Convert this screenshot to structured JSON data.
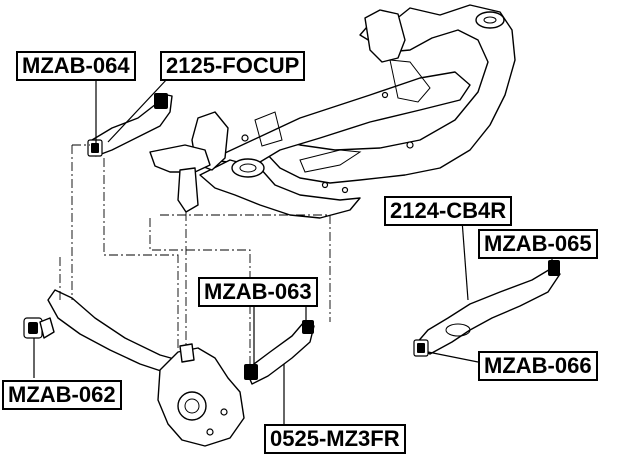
{
  "labels": {
    "mzab_064": "MZAB-064",
    "focup_2125": "2125-FOCUP",
    "cb4r_2124": "2124-CB4R",
    "mzab_065": "MZAB-065",
    "mzab_063": "MZAB-063",
    "mzab_066": "MZAB-066",
    "mzab_062": "MZAB-062",
    "mz3fr_0525": "0525-MZ3FR"
  }
}
